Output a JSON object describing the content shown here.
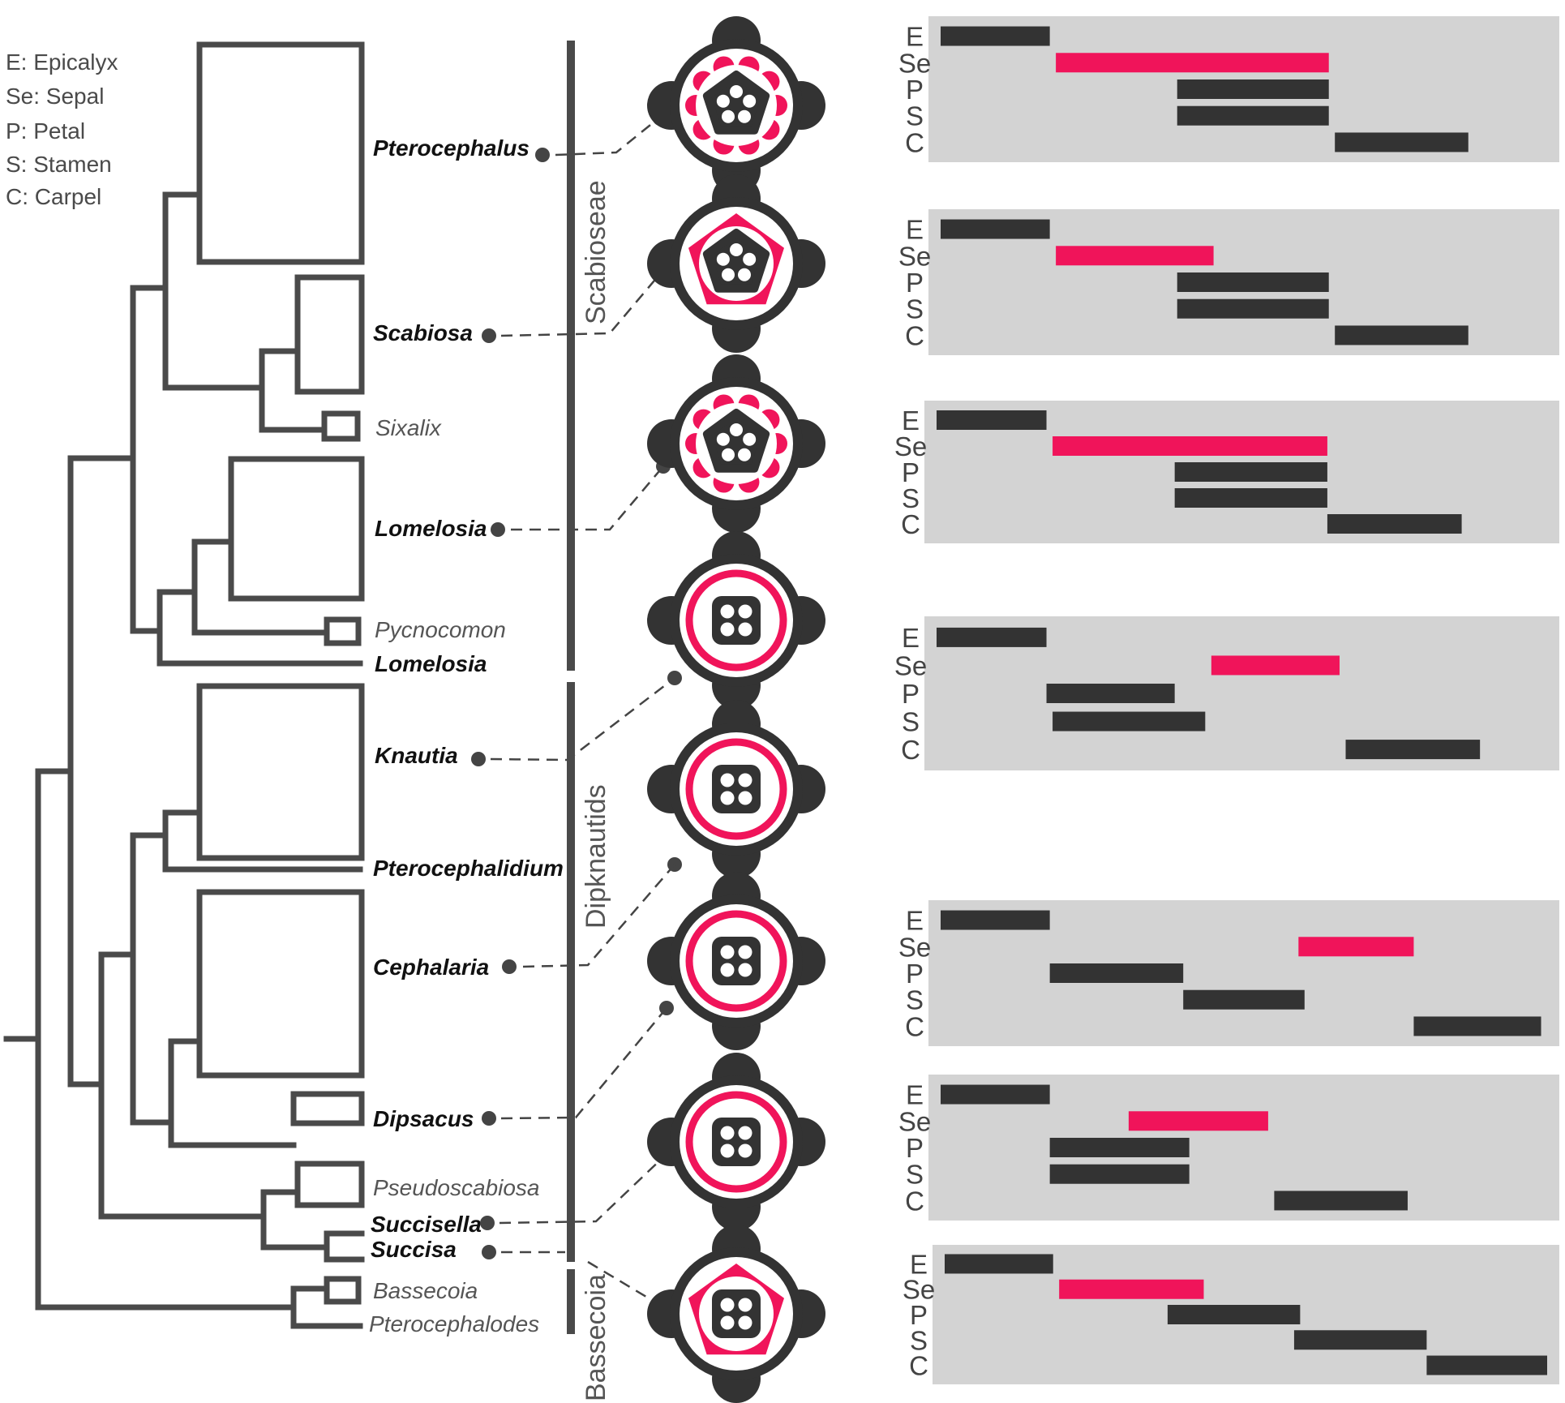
{
  "legend": [
    "E: Epicalyx",
    "Se: Sepal",
    "P: Petal",
    "S: Stamen",
    "C: Carpel"
  ],
  "clades": [
    "Scabioseae",
    "Dipknautids",
    "Bassecoia"
  ],
  "taxa": [
    {
      "name": "Pterocephalus",
      "style": "bold"
    },
    {
      "name": "Scabiosa",
      "style": "bold"
    },
    {
      "name": "Sixalix",
      "style": "grey"
    },
    {
      "name": "Lomelosia",
      "style": "bold"
    },
    {
      "name": "Pycnocomon",
      "style": "grey"
    },
    {
      "name": "Lomelosia",
      "style": "bold"
    },
    {
      "name": "Knautia",
      "style": "bold"
    },
    {
      "name": "Pterocephalidium",
      "style": "bold"
    },
    {
      "name": "Cephalaria",
      "style": "bold"
    },
    {
      "name": "Dipsacus",
      "style": "bold"
    },
    {
      "name": "Pseudoscabiosa",
      "style": "grey"
    },
    {
      "name": "Succisella",
      "style": "bold"
    },
    {
      "name": "Succisa",
      "style": "bold"
    },
    {
      "name": "Bassecoia",
      "style": "grey"
    },
    {
      "name": "Pterocephalodes",
      "style": "grey"
    }
  ],
  "row_labels": [
    "E",
    "Se",
    "P",
    "S",
    "C"
  ],
  "colors": {
    "branch": "#4a4a4a",
    "sepal_highlight": "#f0145a",
    "bar": "#333333",
    "panel": "#d3d3d3",
    "taxon_bold": "#111111",
    "taxon_grey": "#555555"
  },
  "flowers": [
    {
      "sepal_shape": "petal-lobed",
      "center": "five-dots"
    },
    {
      "sepal_shape": "pentagon-star",
      "center": "five-dots"
    },
    {
      "sepal_shape": "petal-lobed",
      "center": "five-dots"
    },
    {
      "sepal_shape": "ring",
      "center": "four-dots"
    },
    {
      "sepal_shape": "ring",
      "center": "four-dots"
    },
    {
      "sepal_shape": "ring",
      "center": "four-dots"
    },
    {
      "sepal_shape": "ring",
      "center": "four-dots"
    },
    {
      "sepal_shape": "pentagon-star",
      "center": "four-dots"
    }
  ],
  "timing_panels": [
    {
      "E": [
        0.0,
        0.18
      ],
      "Se": [
        0.19,
        0.64
      ],
      "P": [
        0.39,
        0.64
      ],
      "S": [
        0.39,
        0.64
      ],
      "C": [
        0.65,
        0.87
      ]
    },
    {
      "E": [
        0.0,
        0.18
      ],
      "Se": [
        0.19,
        0.45
      ],
      "P": [
        0.39,
        0.64
      ],
      "S": [
        0.39,
        0.64
      ],
      "C": [
        0.65,
        0.87
      ]
    },
    {
      "E": [
        0.0,
        0.18
      ],
      "Se": [
        0.19,
        0.64
      ],
      "P": [
        0.39,
        0.64
      ],
      "S": [
        0.39,
        0.64
      ],
      "C": [
        0.64,
        0.86
      ]
    },
    {
      "E": [
        0.0,
        0.18
      ],
      "Se": [
        0.45,
        0.66
      ],
      "P": [
        0.18,
        0.39
      ],
      "S": [
        0.19,
        0.44
      ],
      "C": [
        0.67,
        0.89
      ]
    },
    {
      "E": [
        0.0,
        0.18
      ],
      "Se": [
        0.59,
        0.78
      ],
      "P": [
        0.18,
        0.4
      ],
      "S": [
        0.4,
        0.6
      ],
      "C": [
        0.78,
        0.99
      ]
    },
    {
      "E": [
        0.0,
        0.18
      ],
      "Se": [
        0.31,
        0.54
      ],
      "P": [
        0.18,
        0.41
      ],
      "S": [
        0.18,
        0.41
      ],
      "C": [
        0.55,
        0.77
      ]
    },
    {
      "E": [
        0.0,
        0.18
      ],
      "Se": [
        0.19,
        0.43
      ],
      "P": [
        0.37,
        0.59
      ],
      "S": [
        0.58,
        0.8
      ],
      "C": [
        0.8,
        1.0
      ]
    }
  ]
}
